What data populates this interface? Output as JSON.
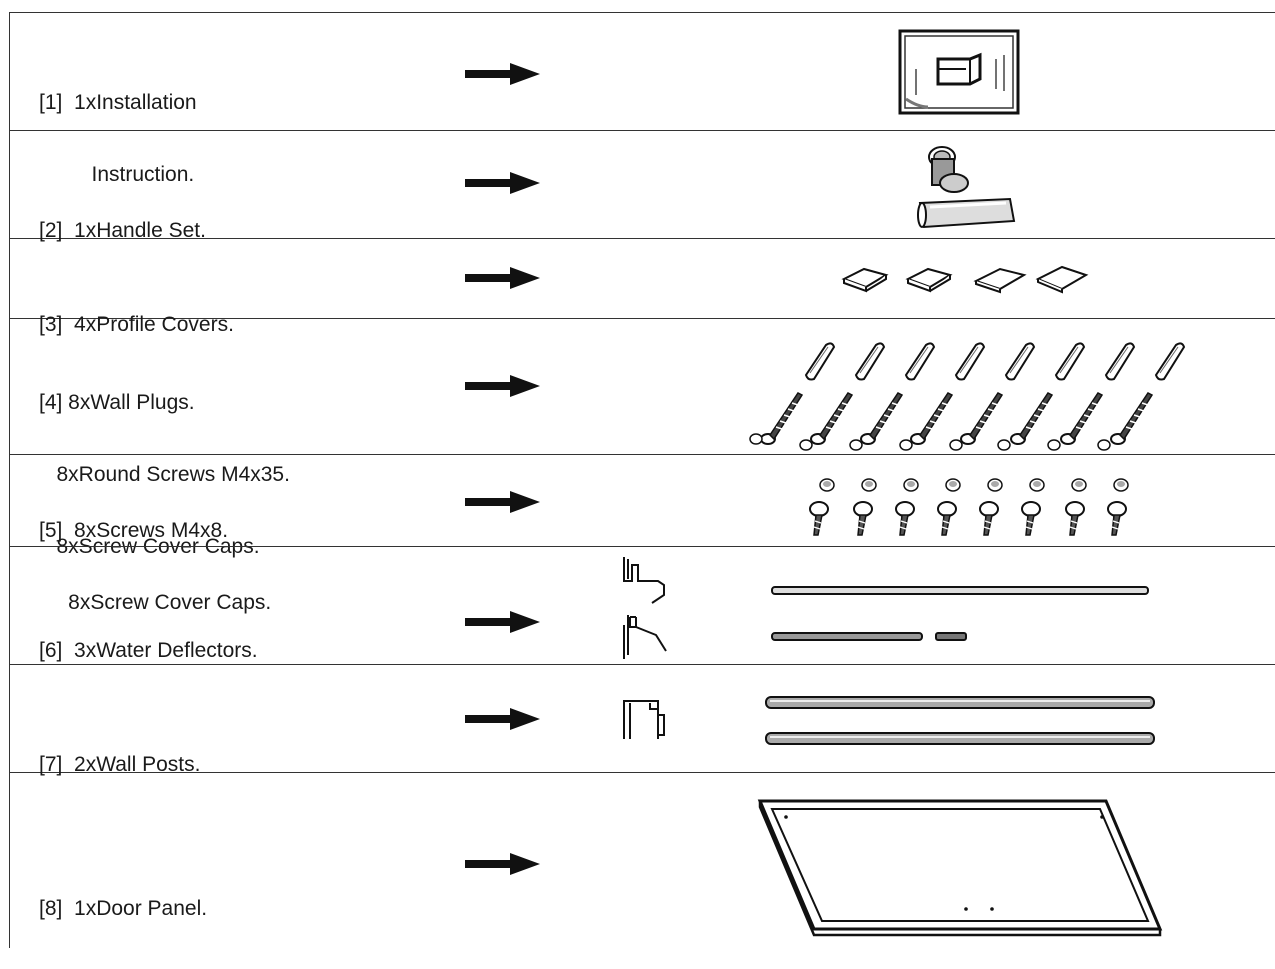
{
  "parts_list": [
    {
      "label_lines": [
        "[1]  1xInstallation",
        "         Instruction."
      ],
      "illustration": "instruction-booklet-icon"
    },
    {
      "label_lines": [
        "[2]  1xHandle Set."
      ],
      "illustration": "handle-set-icon"
    },
    {
      "label_lines": [
        "[3]  4xProfile Covers."
      ],
      "illustration": "profile-covers-icon"
    },
    {
      "label_lines": [
        "[4] 8xWall Plugs.",
        "   8xRound Screws M4x35.",
        "   8xScrew Cover Caps."
      ],
      "illustration": "wall-plugs-and-screws-icon"
    },
    {
      "label_lines": [
        "[5]  8xScrews M4x8.",
        "     8xScrew Cover Caps."
      ],
      "illustration": "small-screws-icon"
    },
    {
      "label_lines": [
        "[6]  3xWater Deflectors."
      ],
      "illustration": "water-deflectors-icon"
    },
    {
      "label_lines": [
        "[7]  2xWall Posts."
      ],
      "illustration": "wall-posts-icon"
    },
    {
      "label_lines": [
        "[8]  1xDoor Panel."
      ],
      "illustration": "door-panel-icon"
    }
  ]
}
